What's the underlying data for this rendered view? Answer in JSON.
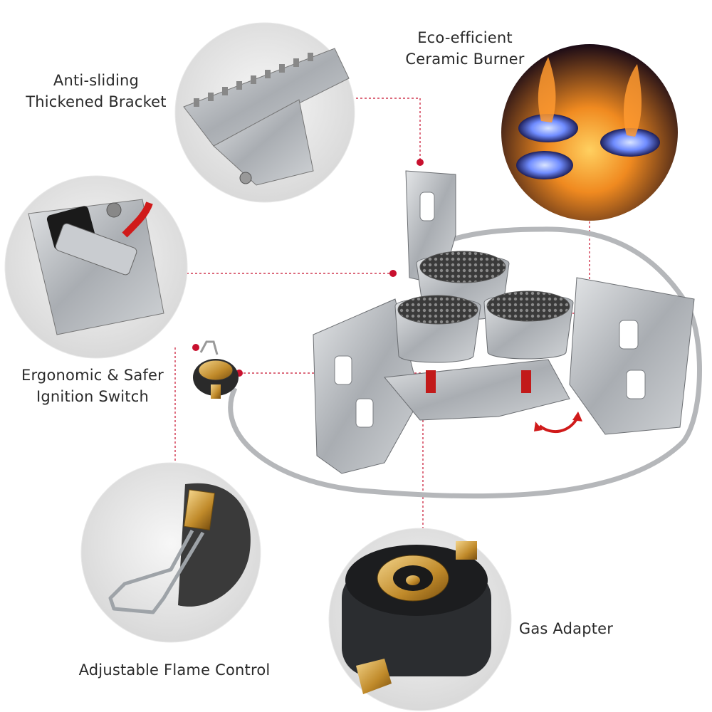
{
  "features": {
    "bracket": {
      "line1": "Anti-sliding",
      "line2": "Thickened Bracket"
    },
    "burner": {
      "line1": "Eco-efficient",
      "line2": "Ceramic Burner"
    },
    "ignition": {
      "line1": "Ergonomic & Safer",
      "line2": "Ignition Switch"
    },
    "flame": {
      "line1": "Adjustable Flame Control"
    },
    "adapter": {
      "line1": "Gas Adapter"
    }
  },
  "colors": {
    "callout": "#c8102e",
    "metal": "#b9bcc0",
    "flame": "#f08a20",
    "burner_glow": "#5a7dff"
  }
}
